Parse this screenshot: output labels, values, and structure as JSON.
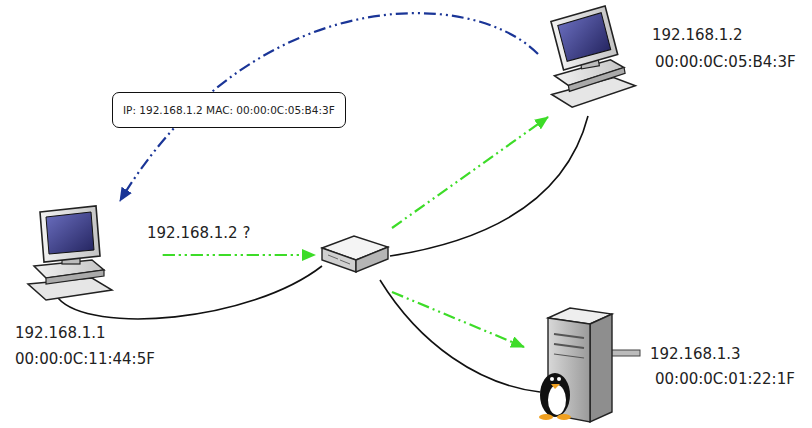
{
  "diagram": {
    "nodes": [
      {
        "text": [
          "192.168.1.1",
          "00:00:0C:11:44:5F"
        ]
      },
      {
        "text": [
          "192.168.1.2",
          "00:00:0C:05:B4:3F"
        ]
      },
      {
        "text": [
          "192.168.1.3",
          "00:00:0C:01:22:1F"
        ]
      }
    ],
    "edges": [
      {
        "from": 0,
        "to": 1,
        "arrow": "to",
        "label": "192.168.1.2 ?"
      },
      {
        "from": 0,
        "to": 2,
        "arrow": "to"
      },
      {
        "from": 1,
        "to": 0,
        "arrow": "to",
        "label": "IP: 192.168.1.2 MAC: 00:00:0C:05:B4:3F"
      }
    ]
  }
}
